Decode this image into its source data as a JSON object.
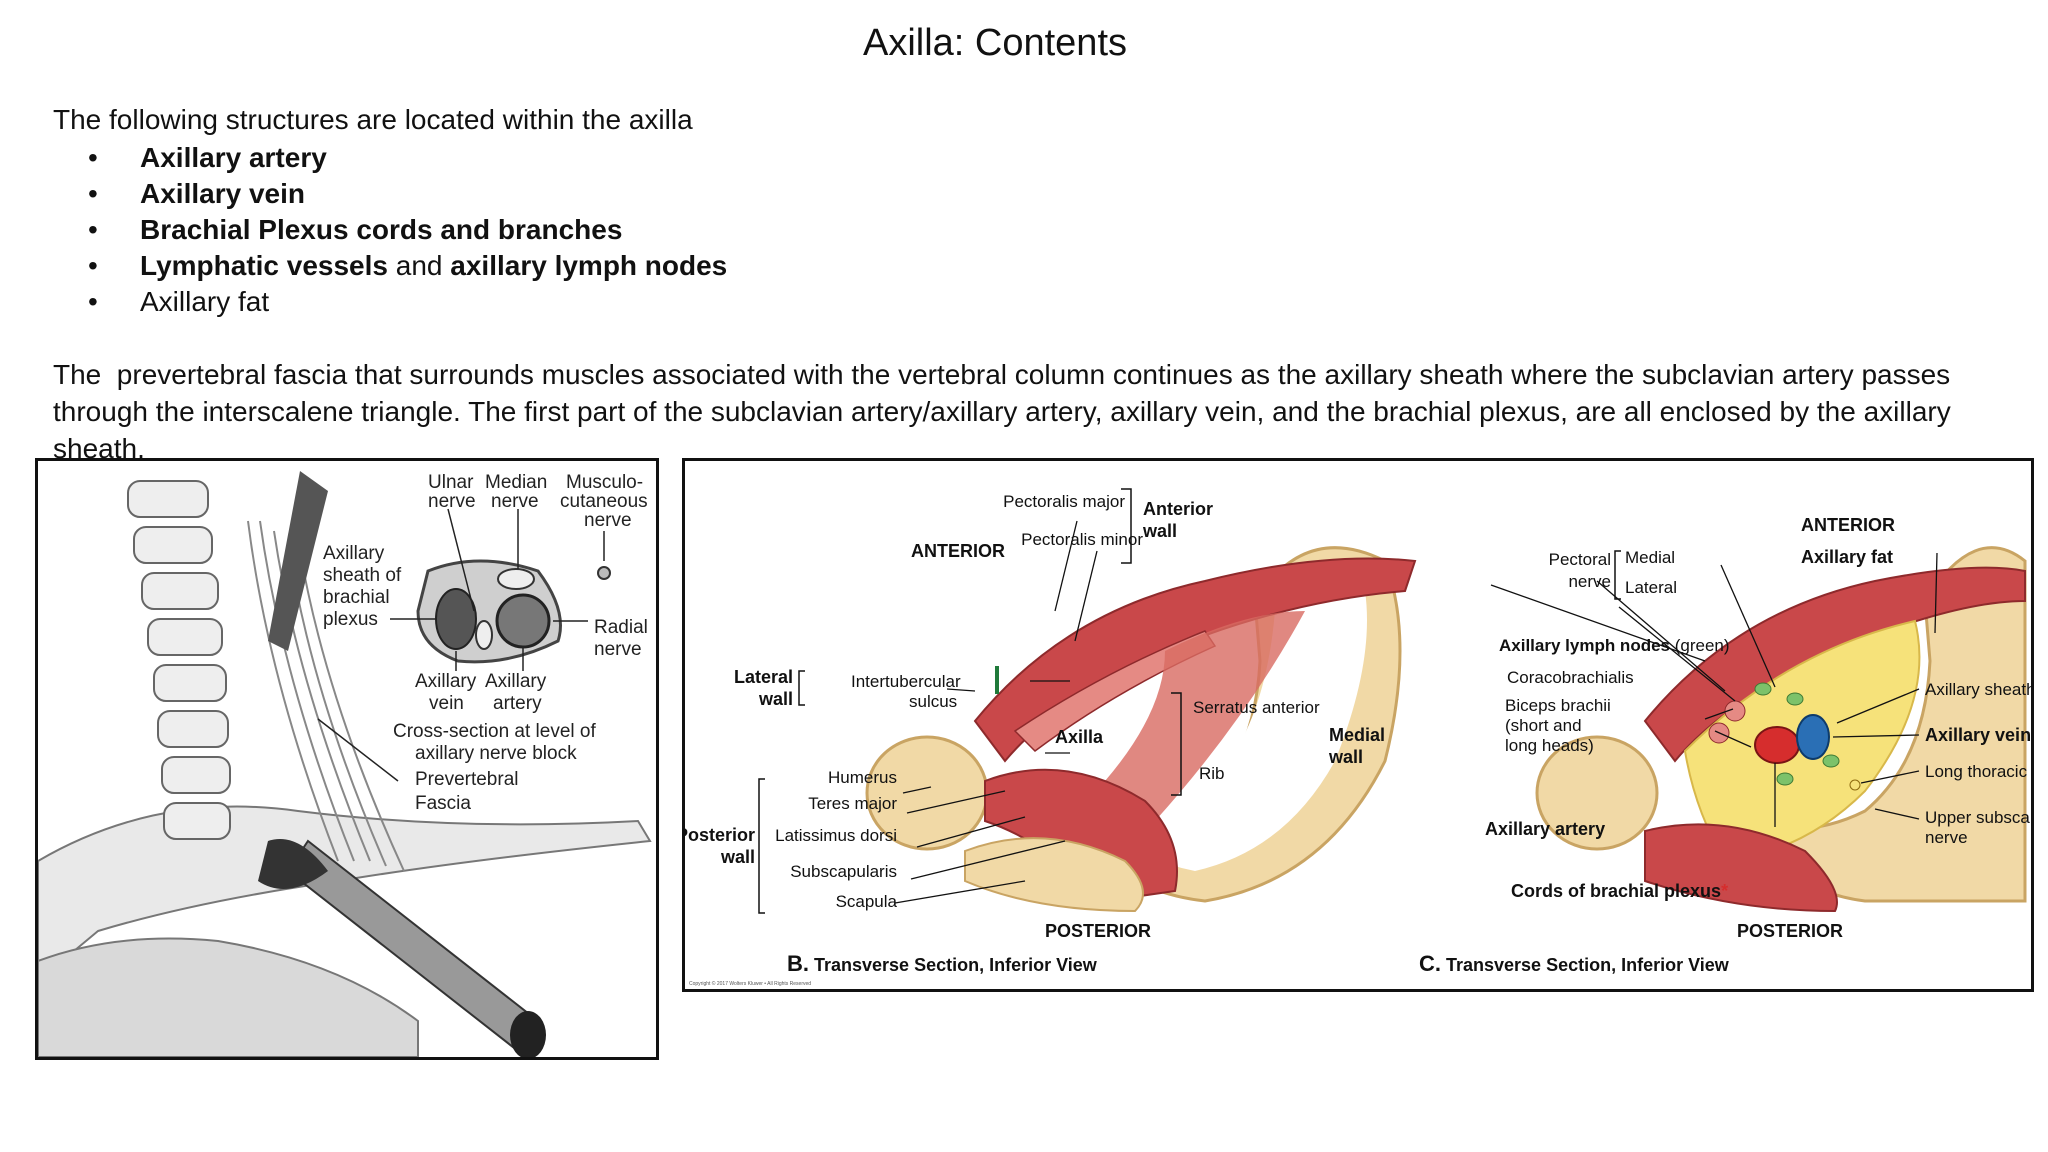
{
  "title": "Axilla: Contents",
  "intro": "The following structures are located within the axilla",
  "bullet_char": "•",
  "bullets": {
    "b1": "Axillary artery",
    "b2": "Axillary vein",
    "b3": "Brachial Plexus cords and branches",
    "b4a": "Lymphatic vessels",
    "b4b": " and ",
    "b4c": "axillary lymph nodes",
    "b5": "Axillary fat"
  },
  "paragraph": "The  prevertebral fascia that surrounds muscles associated with the vertebral column continues as the axillary sheath where the subclavian artery passes through the interscalene triangle. The first part of the subclavian artery/axillary artery, axillary vein, and the brachial plexus, are all enclosed by the axillary sheath.",
  "figure_a": {
    "ulnar_1": "Ulnar",
    "ulnar_2": "nerve",
    "median_1": "Median",
    "median_2": "nerve",
    "musculo_1": "Musculo-",
    "musculo_2": "cutaneous",
    "musculo_3": "nerve",
    "sheath_1": "Axillary",
    "sheath_2": "sheath of",
    "sheath_3": "brachial",
    "sheath_4": "plexus",
    "radial_1": "Radial",
    "radial_2": "nerve",
    "vein_1": "Axillary",
    "vein_2": "vein",
    "artery_1": "Axillary",
    "artery_2": "artery",
    "cross_1": "Cross-section at level of",
    "cross_2": "axillary nerve block",
    "prev_1": "Prevertebral",
    "prev_2": "Fascia"
  },
  "figure_b": {
    "pect_major": "Pectoralis major",
    "pect_minor": "Pectoralis minor",
    "ant_wall_1": "Anterior",
    "ant_wall_2": "wall",
    "anterior": "ANTERIOR",
    "lat_wall_1": "Lateral",
    "lat_wall_2": "wall",
    "interturb_1": "Intertubercular",
    "interturb_2": "sulcus",
    "serratus": "Serratus anterior",
    "axilla": "Axilla",
    "med_wall_1": "Medial",
    "med_wall_2": "wall",
    "rib": "Rib",
    "humerus": "Humerus",
    "teres": "Teres major",
    "post_wall_1": "Posterior",
    "post_wall_2": "wall",
    "latissimus": "Latissimus dorsi",
    "subscap": "Subscapularis",
    "scapula": "Scapula",
    "posterior": "POSTERIOR",
    "caption_letter": "B.",
    "caption": " Transverse Section, Inferior View",
    "copyright": "Copyright © 2017 Wolters Kluwer • All Rights Reserved"
  },
  "figure_c": {
    "anterior": "ANTERIOR",
    "pectoral_1": "Pectoral",
    "pectoral_2": "nerve",
    "medial": "Medial",
    "lateral": "Lateral",
    "axillary_fat": "Axillary fat",
    "nodes_b": "Axillary lymph nodes",
    "nodes_n": " (green)",
    "coraco": "Coracobrachialis",
    "axillary_sheath": "Axillary sheath",
    "biceps_1": "Biceps brachii",
    "biceps_2": "(short and",
    "biceps_3": "long heads)",
    "axillary_vein": "Axillary vein",
    "long_thoracic": "Long thoracic nerve",
    "axillary_artery": "Axillary artery",
    "upper_sub_1": "Upper subscapular",
    "upper_sub_2": "nerve",
    "cords": "Cords of brachial plexus",
    "asterisk": "*",
    "posterior": "POSTERIOR",
    "caption_letter": "C.",
    "caption": " Transverse Section, Inferior View"
  },
  "colors": {
    "muscle": "#c9484a",
    "muscle_light": "#e58a84",
    "bone": "#f1d9a6",
    "bone_edge": "#c9a463",
    "fat": "#f6e27a",
    "node": "#7cc26a",
    "vein": "#2a6fb5",
    "artery": "#d62d2d",
    "asterisk": "#d62d2d"
  }
}
